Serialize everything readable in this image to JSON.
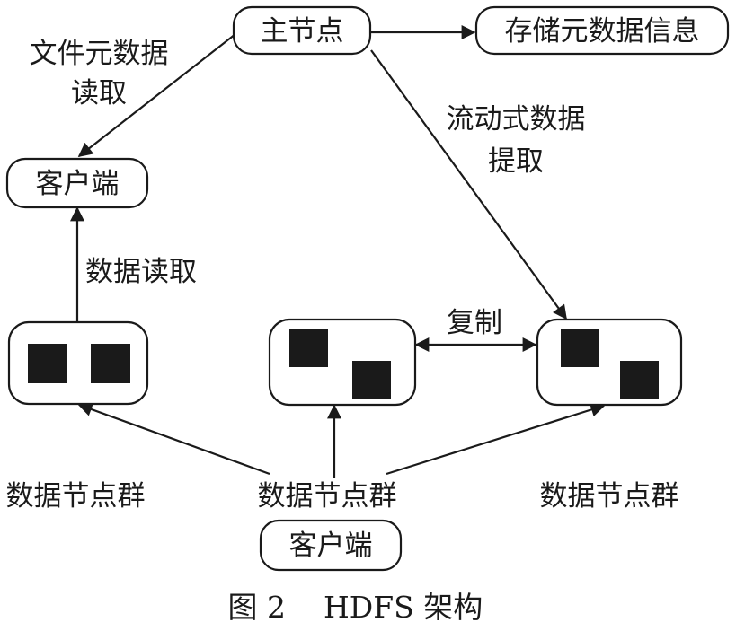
{
  "nodes": {
    "master": "主节点",
    "metadata_store": "存储元数据信息",
    "client_top": "客户端",
    "client_bottom": "客户端"
  },
  "edges": {
    "file_metadata_read_line1": "文件元数据",
    "file_metadata_read_line2": "读取",
    "streaming_read_line1": "流动式数据",
    "streaming_read_line2": "提取",
    "data_read": "数据读取",
    "replication": "复制"
  },
  "groups": {
    "left": "数据节点群",
    "middle": "数据节点群",
    "right": "数据节点群"
  },
  "caption": {
    "number": "图 2",
    "text": "HDFS 架构"
  },
  "colors": {
    "ink": "#1a1a1a",
    "background": "#ffffff"
  }
}
